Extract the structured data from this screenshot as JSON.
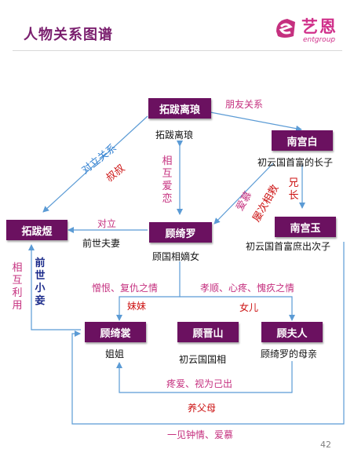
{
  "title": "人物关系图谱",
  "logo": {
    "cn": "艺恩",
    "en": "entgroup"
  },
  "page_number": "42",
  "nodes": {
    "tuoba_lilang": {
      "name": "拓跋离琅",
      "desc": "拓跋离琅"
    },
    "nangong_bai": {
      "name": "南宫白",
      "desc": "初云国首富的长子"
    },
    "tuoba_yu": {
      "name": "拓跋煜",
      "desc": "前世夫妻"
    },
    "gu_qiluo": {
      "name": "顾绮罗",
      "desc": "顾国相嫡女"
    },
    "nangong_yu": {
      "name": "南宫玉",
      "desc": "初云国首富庶出次子"
    },
    "gu_qishang": {
      "name": "顾绮裳",
      "desc": "姐姐"
    },
    "gu_jinshan": {
      "name": "顾晋山",
      "desc": "初云国国相"
    },
    "gu_furen": {
      "name": "顾夫人",
      "desc": "顾绮罗的母亲"
    }
  },
  "relations": {
    "friends": "朋友关系",
    "opposed_left": "对立关系",
    "uncle": "叔叔",
    "mutual_love": "相互爱恋",
    "admire": "爱慕",
    "repeated_save": "屡次相救",
    "older_brother": "兄长",
    "opposed_mid": "对立",
    "mutual_use": "相互利用",
    "past_concubine": "前世小妾",
    "hatred": "憎恨、复仇之情",
    "filial": "孝顺、心疼、愧疚之情",
    "younger_sister": "妹妹",
    "daughter": "女儿",
    "dote": "疼爱、视为己出",
    "adoptive_mother": "养父母",
    "love_at_first_sight": "一见钟情、爱慕"
  },
  "colors": {
    "node": "#6b1160",
    "blue_line": "#5b9bd5",
    "pink_text": "#c5307f",
    "blue_text": "#2f7fd1",
    "red_text": "#cc1111",
    "title": "#7a1f6e"
  }
}
